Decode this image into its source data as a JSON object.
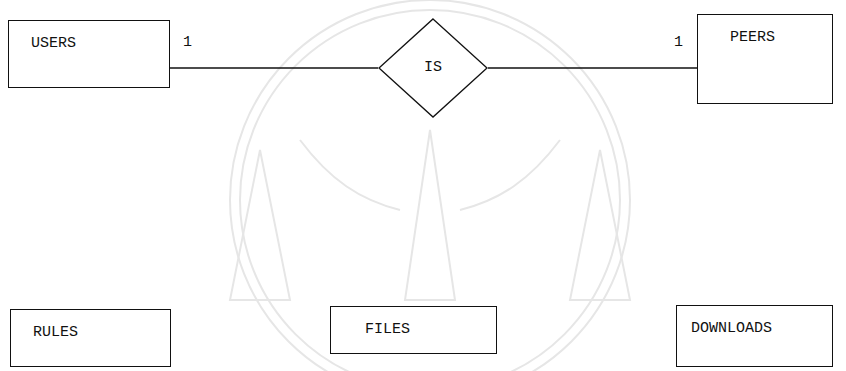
{
  "diagram": {
    "nodes": [
      {
        "text": [
          "USERS"
        ]
      },
      {
        "text": [
          "IS"
        ]
      },
      {
        "text": [
          "PEERS"
        ]
      },
      {
        "text": [
          "RULES"
        ]
      },
      {
        "text": [
          "FILES"
        ]
      },
      {
        "text": [
          "DOWNLOADS"
        ]
      }
    ],
    "edges": [
      {
        "from": 0,
        "to": 1,
        "arrow": "none",
        "label": "1"
      },
      {
        "from": 1,
        "to": 2,
        "arrow": "none",
        "label": "1"
      }
    ]
  }
}
